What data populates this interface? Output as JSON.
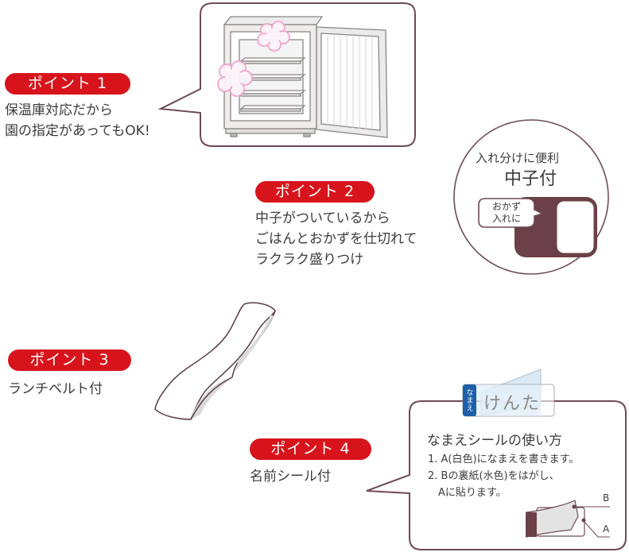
{
  "colors": {
    "badge_red": "#d7141c",
    "outline_brown": "#6e4b53",
    "dark_fill": "#6b4048",
    "steam_pink": "#f0a8cf",
    "seal_blue": "#1d5fa8",
    "seal_light_blue": "#d7e8f5"
  },
  "points": [
    {
      "badge": "ポイント 1",
      "lines": [
        "保温庫対応だから",
        "園の指定があってもOK!"
      ],
      "illustration": "warming-cabinet"
    },
    {
      "badge": "ポイント 2",
      "lines": [
        "中子がついているから",
        "ごはんとおかずを仕切れて",
        "ラクラク盛りつけ"
      ],
      "illustration": "inner-tray",
      "callout": {
        "caption": "入れ分けに便利",
        "title": "中子付",
        "mini_bubble": [
          "おかず",
          "入れに"
        ]
      }
    },
    {
      "badge": "ポイント 3",
      "lines": [
        "ランチベルト付"
      ],
      "illustration": "lunch-belt"
    },
    {
      "badge": "ポイント 4",
      "lines": [
        "名前シール付"
      ],
      "illustration": "name-seal",
      "seal": {
        "tag": "なまえ",
        "sample_name": "けんた"
      },
      "howto": {
        "title": "なまえシールの使い方",
        "steps": [
          "1. A(白色)になまえを書きます。",
          "2. Bの裏紙(水色)をはがし、",
          "　Aに貼ります。"
        ],
        "label_a": "A",
        "label_b": "B"
      }
    }
  ]
}
